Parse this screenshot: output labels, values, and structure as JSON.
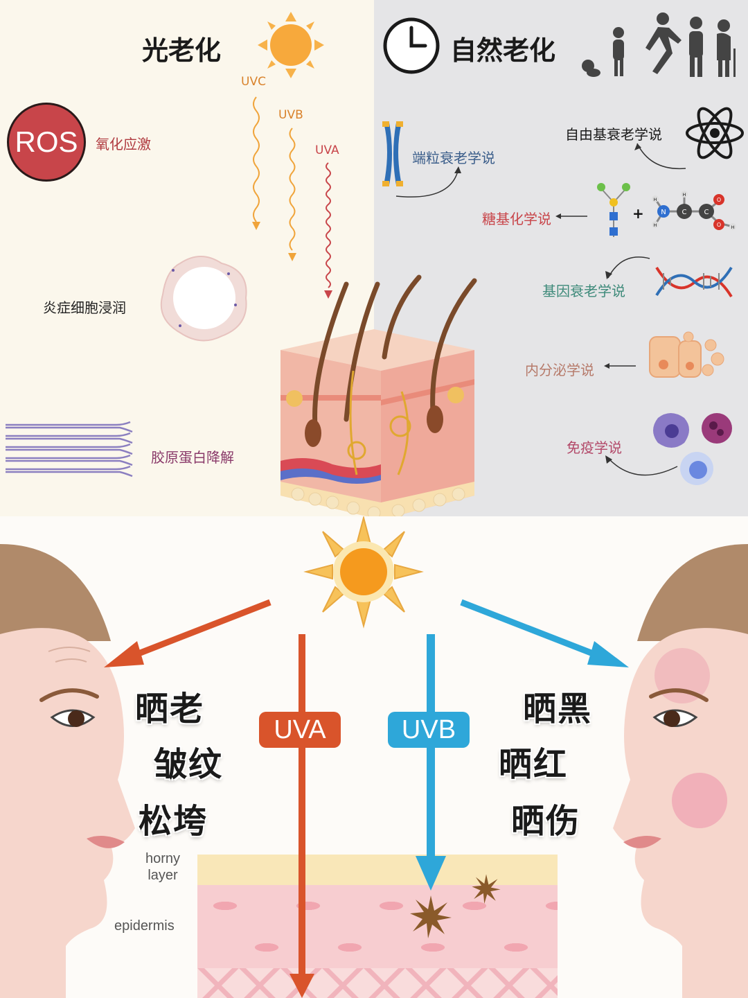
{
  "photoaging": {
    "title": "光老化",
    "uvc": "UVC",
    "uvb": "UVB",
    "uva": "UVA",
    "ros": "ROS",
    "oxidative_stress": "氧化应激",
    "inflammation": "炎症细胞浸润",
    "collagen": "胶原蛋白降解"
  },
  "natural_aging": {
    "title": "自然老化",
    "free_radical": "自由基衰老学说",
    "telomere": "端粒衰老学说",
    "glycation": "糖基化学说",
    "gene": "基因衰老学说",
    "endocrine": "内分泌学说",
    "immune": "免疫学说"
  },
  "sun_effects": {
    "uva_badge": "UVA",
    "uvb_badge": "UVB",
    "uva_effects": [
      "晒老",
      "皱纹",
      "松垮"
    ],
    "uvb_effects": [
      "晒黑",
      "晒红",
      "晒伤"
    ],
    "horny_layer": "horny\nlayer",
    "epidermis": "epidermis"
  },
  "molecule": {
    "atoms": [
      "H",
      "H",
      "N",
      "C",
      "C",
      "O",
      "O",
      "H",
      "H"
    ]
  },
  "colors": {
    "sun": "#f5a623",
    "ros": "#c8454a",
    "uva_arrow": "#d9542b",
    "uvb_arrow": "#2ea7d9",
    "glycation_label": "#c8454a",
    "gene_label": "#3e8a7a",
    "endocrine_label": "#b67a6a",
    "immune_label": "#b34a6a",
    "telomere_label": "#3a5d8a"
  }
}
